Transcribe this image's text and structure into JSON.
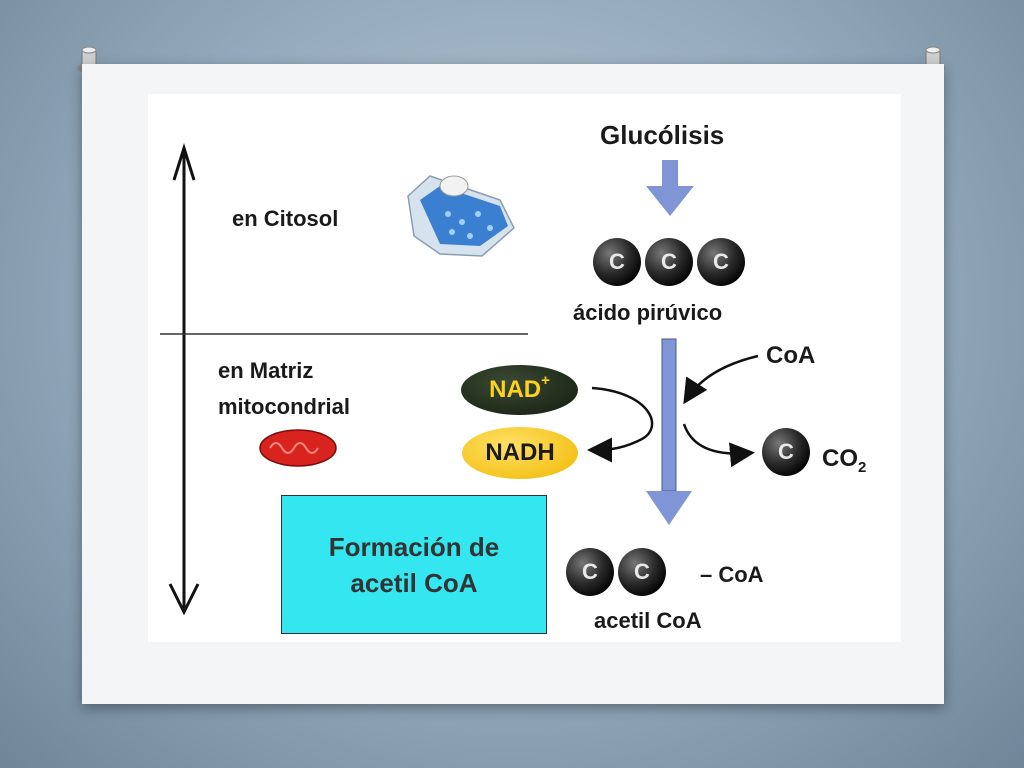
{
  "diagram": {
    "title": "Glucólisis",
    "location_cytosol": "en Citosol",
    "location_matrix": "en Matriz\nmitocondrial",
    "pyruvic_acid": "ácido pirúvico",
    "coa_input": "CoA",
    "nad_plus": "NAD",
    "nad_plus_sup": "+",
    "nadh": "NADH",
    "co2_label": "CO",
    "co2_sub": "2",
    "acetyl_coa_tail": "– CoA",
    "acetyl_coa": "acetil CoA",
    "formation_box": "Formación de\nacetil CoA",
    "carbon_symbol": "C"
  },
  "colors": {
    "arrow_blue": "#7f95d6",
    "box_cyan": "#33e6f0",
    "nad_dark_green": "#1e2a18",
    "nad_text_yellow": "#ffd21e",
    "nadh_yellow": "#f5c518",
    "mitochondrion_red": "#d8231f"
  },
  "icons": [
    "push-pin-icon",
    "cytosol-cell-icon",
    "mitochondrion-icon",
    "carbon-atom-icon"
  ]
}
